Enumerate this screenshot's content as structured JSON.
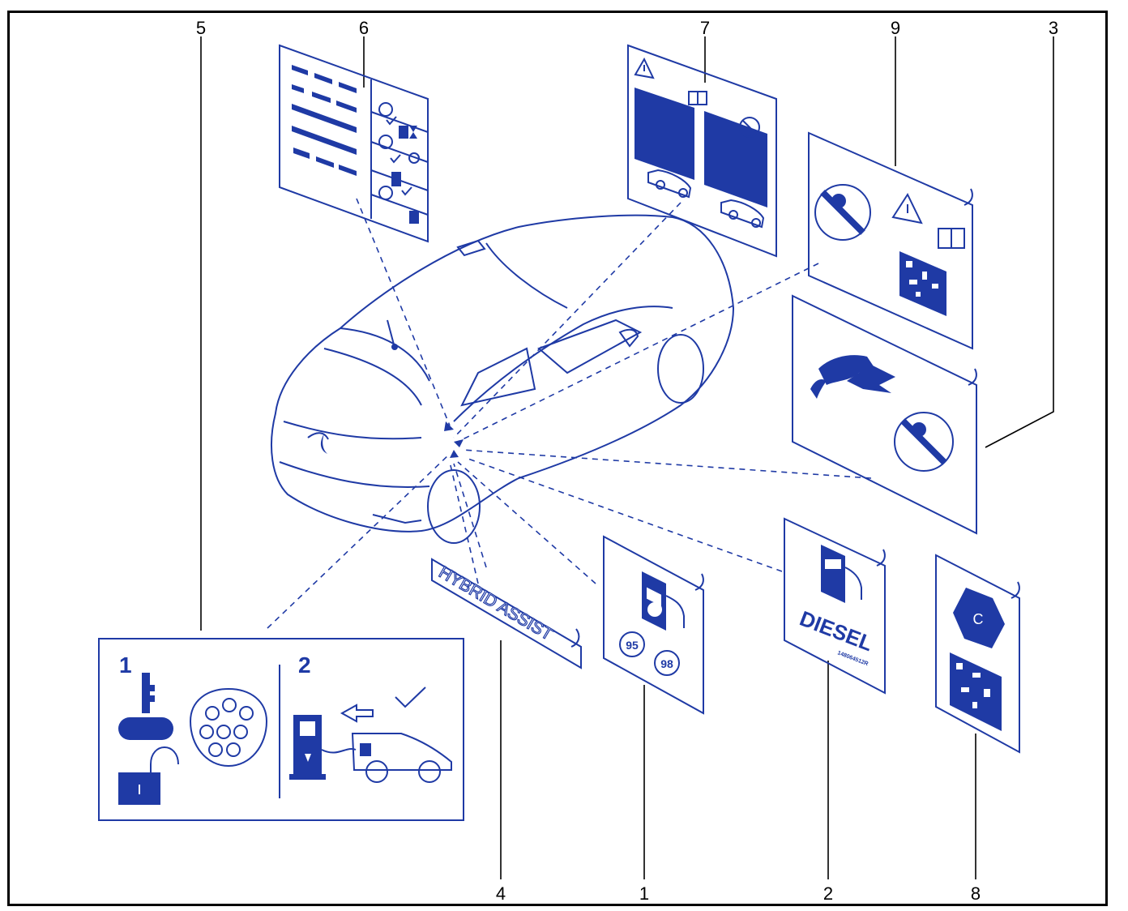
{
  "callouts": {
    "c1": "1",
    "c2": "2",
    "c3": "3",
    "c4": "4",
    "c5": "5",
    "c6": "6",
    "c7": "7",
    "c8": "8",
    "c9": "9"
  },
  "label_hybrid": {
    "text": "HYBRID ASSIST"
  },
  "label_fuel": {
    "octane_a": "95",
    "octane_b": "98"
  },
  "label_diesel": {
    "text": "DIESEL",
    "code": "148064512R"
  },
  "label_critair": {
    "class": "C"
  },
  "label_charging": {
    "step1": "1",
    "step2": "2"
  },
  "colors": {
    "label_blue": "#1f3aa5",
    "frame": "#000000"
  },
  "icons": [
    "warning-triangle-icon",
    "manual-book-icon",
    "no-smoking-icon",
    "fuel-pump-icon",
    "qr-code-icon",
    "key-icon",
    "padlock-icon",
    "charging-socket-icon",
    "charging-station-icon",
    "car-icon",
    "checkmark-icon"
  ]
}
